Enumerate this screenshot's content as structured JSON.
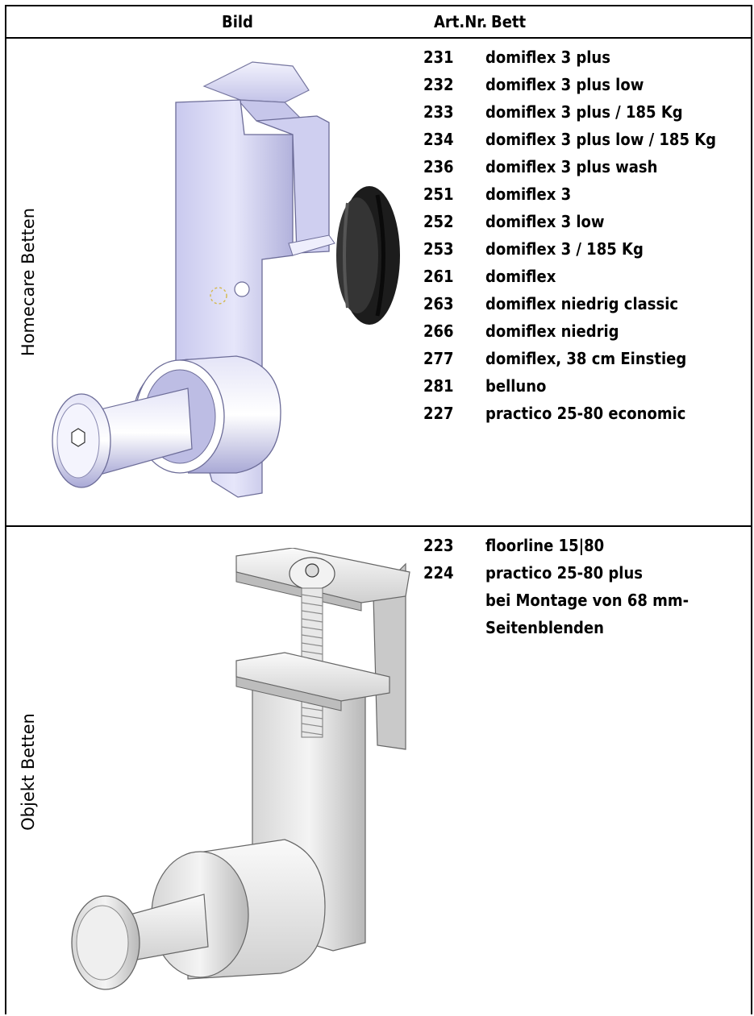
{
  "header": {
    "bild": "Bild",
    "artnr": "Art.Nr.",
    "bett": "Bett"
  },
  "sections": [
    {
      "label": "Homecare Betten",
      "rows": [
        {
          "nr": "231",
          "bed": "domiflex 3 plus"
        },
        {
          "nr": "232",
          "bed": "domiflex 3 plus low"
        },
        {
          "nr": "233",
          "bed": "domiflex 3 plus / 185 Kg"
        },
        {
          "nr": "234",
          "bed": "domiflex 3 plus low / 185 Kg"
        },
        {
          "nr": "236",
          "bed": "domiflex 3 plus wash"
        },
        {
          "nr": "251",
          "bed": "domiflex 3"
        },
        {
          "nr": "252",
          "bed": "domiflex 3 low"
        },
        {
          "nr": "253",
          "bed": "domiflex 3 / 185 Kg"
        },
        {
          "nr": "261",
          "bed": "domiflex"
        },
        {
          "nr": "263",
          "bed": "domiflex niedrig classic"
        },
        {
          "nr": "266",
          "bed": "domiflex niedrig"
        },
        {
          "nr": "277",
          "bed": "domiflex, 38 cm Einstieg"
        },
        {
          "nr": "281",
          "bed": "belluno"
        },
        {
          "nr": "227",
          "bed": "practico 25-80 economic"
        }
      ]
    },
    {
      "label": "Objekt Betten",
      "rows": [
        {
          "nr": "223",
          "bed": "floorline 15|80"
        },
        {
          "nr": "224",
          "bed": "practico 25-80 plus"
        },
        {
          "nr": "",
          "bed": "bei Montage von 68 mm-"
        },
        {
          "nr": "",
          "bed": "Seitenblenden"
        }
      ]
    }
  ]
}
